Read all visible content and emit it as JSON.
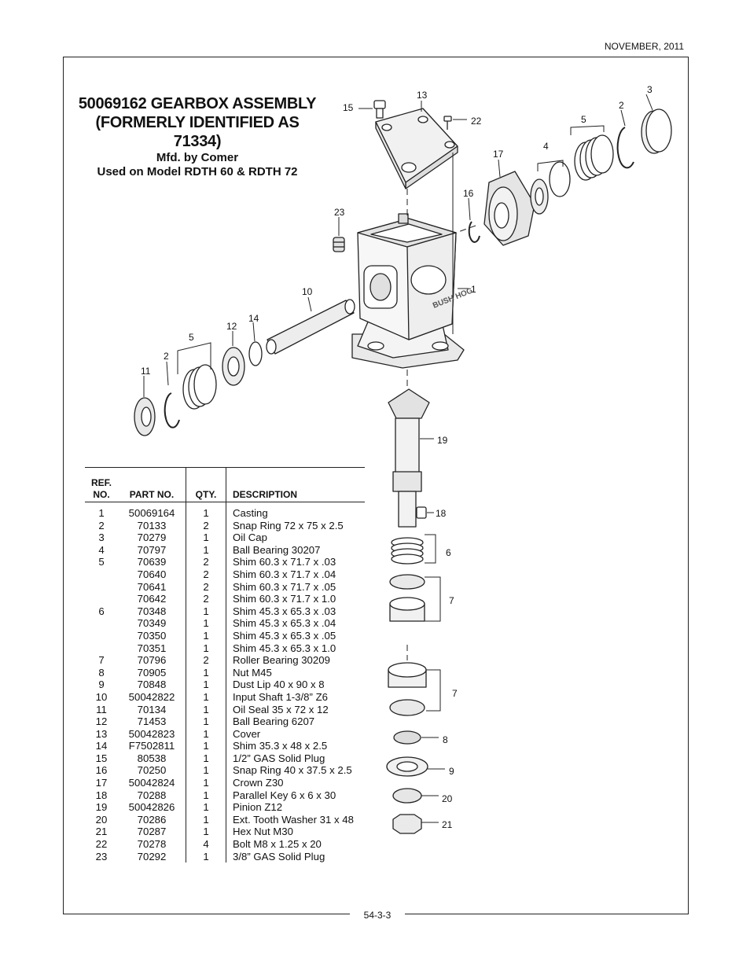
{
  "header": {
    "date": "NOVEMBER, 2011"
  },
  "title": {
    "line1": "50069162 GEARBOX ASSEMBLY",
    "line2": "(FORMERLY IDENTIFIED AS 71334)",
    "line3": "Mfd. by Comer",
    "line4": "Used on Model RDTH 60 & RDTH 72"
  },
  "diagram": {
    "brand_text": "BUSH HOG",
    "callouts": [
      "15",
      "13",
      "22",
      "3",
      "2",
      "5",
      "17",
      "4",
      "16",
      "23",
      "1",
      "10",
      "14",
      "12",
      "5",
      "2",
      "11",
      "19",
      "18",
      "6",
      "7",
      "7",
      "8",
      "9",
      "20",
      "21"
    ]
  },
  "table": {
    "headers": {
      "ref": "REF. NO.",
      "part": "PART NO.",
      "qty": "QTY.",
      "desc": "DESCRIPTION"
    },
    "rows": [
      {
        "ref": "1",
        "part": "50069164",
        "qty": "1",
        "desc": "Casting"
      },
      {
        "ref": "2",
        "part": "70133",
        "qty": "2",
        "desc": "Snap Ring 72 x 75 x 2.5"
      },
      {
        "ref": "3",
        "part": "70279",
        "qty": "1",
        "desc": "Oil Cap"
      },
      {
        "ref": "4",
        "part": "70797",
        "qty": "1",
        "desc": "Ball Bearing 30207"
      },
      {
        "ref": "5",
        "part": "70639",
        "qty": "2",
        "desc": "Shim 60.3 x 71.7 x .03"
      },
      {
        "ref": "",
        "part": "70640",
        "qty": "2",
        "desc": "Shim 60.3 x 71.7 x .04"
      },
      {
        "ref": "",
        "part": "70641",
        "qty": "2",
        "desc": "Shim 60.3 x 71.7 x .05"
      },
      {
        "ref": "",
        "part": "70642",
        "qty": "2",
        "desc": "Shim 60.3 x 71.7 x 1.0"
      },
      {
        "ref": "6",
        "part": "70348",
        "qty": "1",
        "desc": "Shim 45.3 x 65.3 x .03"
      },
      {
        "ref": "",
        "part": "70349",
        "qty": "1",
        "desc": "Shim 45.3 x 65.3 x .04"
      },
      {
        "ref": "",
        "part": "70350",
        "qty": "1",
        "desc": "Shim 45.3 x 65.3 x .05"
      },
      {
        "ref": "",
        "part": "70351",
        "qty": "1",
        "desc": "Shim 45.3 x 65.3 x 1.0"
      },
      {
        "ref": "7",
        "part": "70796",
        "qty": "2",
        "desc": "Roller Bearing 30209"
      },
      {
        "ref": "8",
        "part": "70905",
        "qty": "1",
        "desc": "Nut M45"
      },
      {
        "ref": "9",
        "part": "70848",
        "qty": "1",
        "desc": "Dust Lip 40 x 90 x 8"
      },
      {
        "ref": "10",
        "part": "50042822",
        "qty": "1",
        "desc": "Input Shaft 1-3/8” Z6"
      },
      {
        "ref": "11",
        "part": "70134",
        "qty": "1",
        "desc": "Oil Seal 35 x 72 x 12"
      },
      {
        "ref": "12",
        "part": "71453",
        "qty": "1",
        "desc": "Ball Bearing 6207"
      },
      {
        "ref": "13",
        "part": "50042823",
        "qty": "1",
        "desc": "Cover"
      },
      {
        "ref": "14",
        "part": "F7502811",
        "qty": "1",
        "desc": "Shim 35.3 x 48 x 2.5"
      },
      {
        "ref": "15",
        "part": "80538",
        "qty": "1",
        "desc": "1/2” GAS Solid Plug"
      },
      {
        "ref": "16",
        "part": "70250",
        "qty": "1",
        "desc": "Snap Ring 40 x 37.5 x 2.5"
      },
      {
        "ref": "17",
        "part": "50042824",
        "qty": "1",
        "desc": "Crown Z30"
      },
      {
        "ref": "18",
        "part": "70288",
        "qty": "1",
        "desc": "Parallel Key 6 x 6 x 30"
      },
      {
        "ref": "19",
        "part": "50042826",
        "qty": "1",
        "desc": "Pinion Z12"
      },
      {
        "ref": "20",
        "part": "70286",
        "qty": "1",
        "desc": "Ext. Tooth Washer 31 x 48"
      },
      {
        "ref": "21",
        "part": "70287",
        "qty": "1",
        "desc": "Hex Nut M30"
      },
      {
        "ref": "22",
        "part": "70278",
        "qty": "4",
        "desc": "Bolt M8 x 1.25 x 20"
      },
      {
        "ref": "23",
        "part": "70292",
        "qty": "1",
        "desc": "3/8” GAS Solid Plug"
      }
    ]
  },
  "footer": {
    "page": "54-3-3"
  }
}
